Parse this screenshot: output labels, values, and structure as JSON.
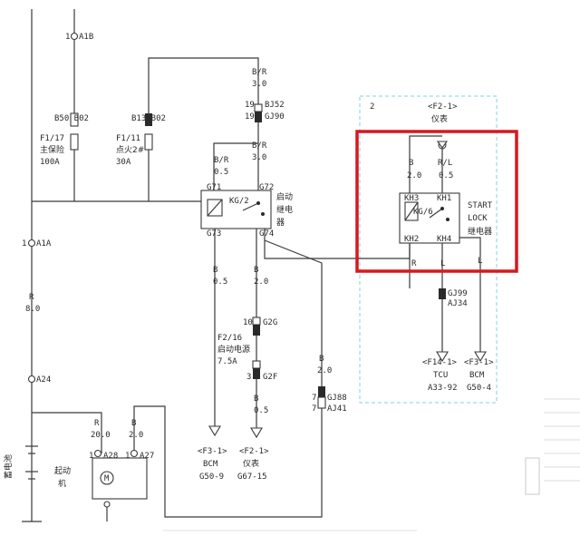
{
  "colors": {
    "wire": "#3a3a3a",
    "highlight": "#d9171e",
    "dashed_border": "#7fd3dc",
    "background": "#ffffff"
  },
  "connectors": {
    "a1b": "A1B",
    "b50_b02": "B50 B02",
    "b13_b02": "B13 B02",
    "a1a": "A1A",
    "a24": "A24",
    "bj52": "BJ52",
    "gj90": "GJ90",
    "g2g": "G2G",
    "g2f": "G2F",
    "gj88": "GJ88",
    "aj41": "AJ41",
    "gj99": "GJ99",
    "aj34": "AJ34",
    "a28": "A28",
    "a27": "A27"
  },
  "pins": {
    "p1_top": "1",
    "p1_a1a": "1",
    "p19a": "19",
    "p19b": "19",
    "p10": "10",
    "p3": "3",
    "p7a": "7",
    "p7b": "7",
    "p1_a28": "1",
    "p1_a27": "1",
    "p2_num": "2"
  },
  "fuses": {
    "f1_17_id": "F1/17",
    "f1_17_name": "主保险",
    "f1_17_rating": "100A",
    "f1_11_id": "F1/11",
    "f1_11_name": "点火2#",
    "f1_11_rating": "30A",
    "f2_16_id": "F2/16",
    "f2_16_name": "启动电源",
    "f2_16_rating": "7.5A"
  },
  "wires": {
    "br_top": "B/R",
    "br_top_size": "3.0",
    "br_mid": "B/R",
    "br_mid_size": "3.0",
    "br_left": "B/R",
    "br_left_size": "0.5",
    "r_main": "R",
    "r_main_size": "8.0",
    "b_relay_out": "B",
    "b_relay_out_size": "0.5",
    "b_mid": "B",
    "b_mid_size": "2.0",
    "b_lower": "B",
    "b_lower_size": "0.5",
    "b_gj88": "B",
    "b_gj88_size": "2.0",
    "r_starter": "R",
    "r_starter_size": "20.0",
    "b_starter": "B",
    "b_starter_size": "2.0",
    "b_sl_in": "B",
    "b_sl_in_size": "2.0",
    "rl_sl": "R/L",
    "rl_sl_size": "0.5",
    "r_sl_out": "R",
    "l_sl_out": "L",
    "l_sl_right": "L"
  },
  "relays": {
    "kg2_label": "KG/2",
    "kg2_name_1": "启动",
    "kg2_name_2": "继电",
    "kg2_name_3": "器",
    "kg6_label": "KG/6",
    "sl_name_1": "START",
    "sl_name_2": "LOCK",
    "sl_name_3": "继电器",
    "g71": "G71",
    "g72": "G72",
    "g73": "G73",
    "g74": "G74",
    "kh3": "KH3",
    "kh1": "KH1",
    "kh2": "KH2",
    "kh4": "KH4"
  },
  "destinations": {
    "f2_1_top": "<F2-1>",
    "f2_1_top_name": "仪表",
    "f3_1_bcm_left": "<F3-1>",
    "f3_1_bcm_left_name": "BCM",
    "f3_1_bcm_left_pin": "G50-9",
    "f2_1_bottom": "<F2-1>",
    "f2_1_bottom_name": "仪表",
    "f2_1_bottom_pin": "G67-15",
    "f14_1": "<F14-1>",
    "f14_1_name": "TCU",
    "f14_1_pin": "A33-92",
    "f3_1_bcm_right": "<F3-1>",
    "f3_1_bcm_right_name": "BCM",
    "f3_1_bcm_right_pin": "G50-4"
  },
  "components": {
    "battery": "蓄电池",
    "starter_1": "起动",
    "starter_2": "机",
    "motor": "M"
  }
}
